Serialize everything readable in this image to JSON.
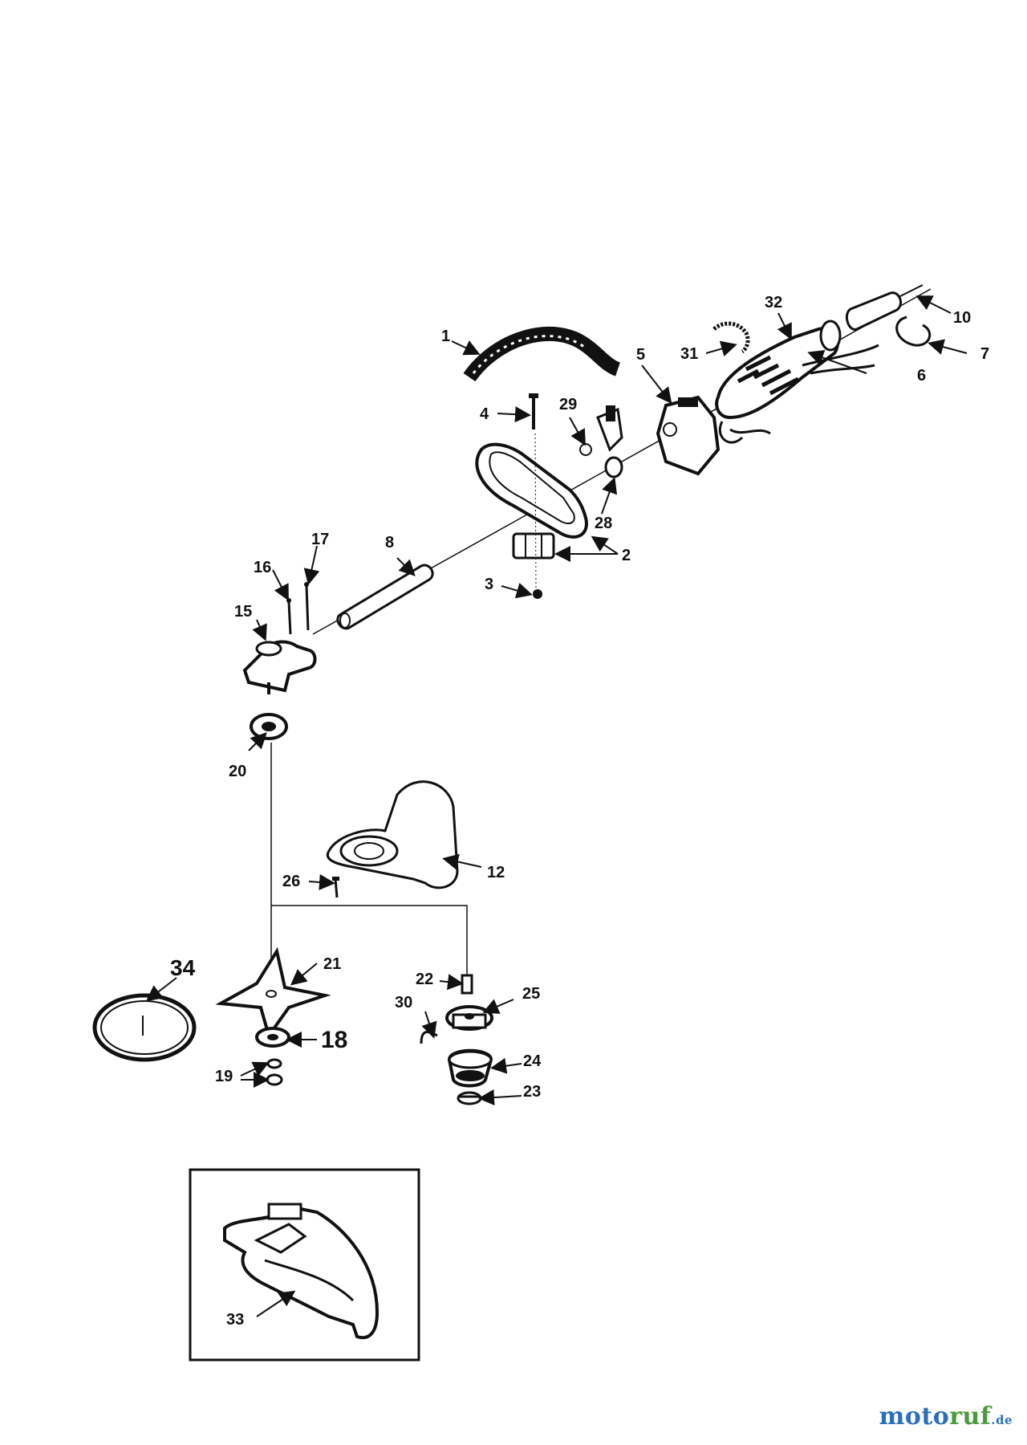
{
  "diagram": {
    "callouts": [
      "1",
      "2",
      "3",
      "4",
      "5",
      "6",
      "7",
      "8",
      "10",
      "12",
      "15",
      "16",
      "17",
      "18",
      "19",
      "20",
      "21",
      "22",
      "23",
      "24",
      "25",
      "26",
      "28",
      "29",
      "30",
      "31",
      "32",
      "33",
      "34"
    ]
  },
  "watermark": {
    "part1": "moto",
    "part2": "ruf",
    "domain": ".de"
  },
  "colors": {
    "ink": "#111111",
    "watermark_blue": "#2a6fb8",
    "watermark_green": "#4a9a3a"
  }
}
